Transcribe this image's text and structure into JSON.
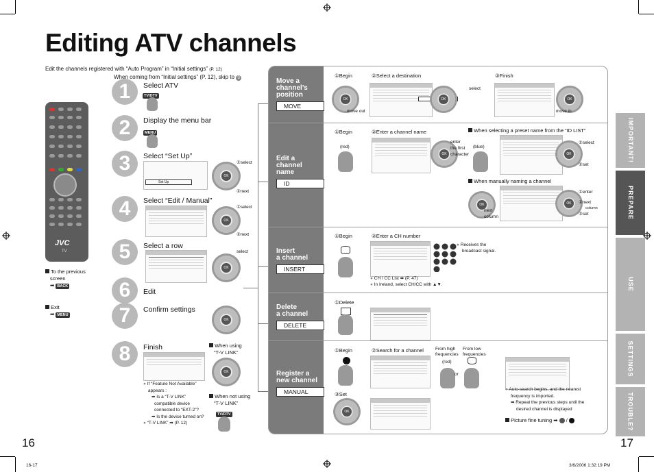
{
  "title": "Editing ATV channels",
  "intro": {
    "line1": "Edit the channels registered with “Auto Program” in “Initial settings”",
    "line1_ref": "(P. 12)",
    "line2": "When coming from “Initial settings” (P. 12), skip to",
    "line2_step": "3"
  },
  "remote": {
    "brand": "JVC",
    "sub": "TV"
  },
  "side_notes": {
    "prev": [
      "To the previous",
      "screen"
    ],
    "prev_btn": "BACK",
    "exit": "Exit",
    "exit_btn": "MENU"
  },
  "steps": [
    {
      "n": "1",
      "label": "Select ATV",
      "btn": "TV/DTV"
    },
    {
      "n": "2",
      "label": "Display the menu bar",
      "btn": "MENU"
    },
    {
      "n": "3",
      "label": "Select “Set Up”",
      "a1": "①select",
      "a2": "②next",
      "screen": "Set Up"
    },
    {
      "n": "4",
      "label": "Select “Edit / Manual”",
      "a1": "①select",
      "a2": "②next"
    },
    {
      "n": "5",
      "label": "Select a row",
      "a1": "select"
    },
    {
      "n": "6",
      "label": "Edit"
    },
    {
      "n": "7",
      "label": "Confirm settings"
    },
    {
      "n": "8",
      "label": "Finish",
      "when_using": [
        "When using",
        "“T-V LINK”"
      ],
      "when_not": [
        "When not using",
        "“T-V LINK”"
      ],
      "not_btn": "TV/DTV",
      "notes": [
        "If “Feature Not Available”",
        "appears :",
        "➡ Is a “T-V LINK”",
        "compatible device",
        "connected to “EXT-2”?",
        "➡ Is the device turned on?",
        "“T-V LINK” ➡ (P. 12)"
      ]
    }
  ],
  "sections": [
    {
      "title": [
        "Move a",
        "channel’s",
        "position"
      ],
      "box": "MOVE"
    },
    {
      "title": [
        "Edit a",
        "channel",
        "name"
      ],
      "box": "ID"
    },
    {
      "title": [
        "Insert",
        "a channel"
      ],
      "box": "INSERT"
    },
    {
      "title": [
        "Delete",
        "a channel"
      ],
      "box": "DELETE"
    },
    {
      "title": [
        "Register a",
        "new channel"
      ],
      "box": "MANUAL"
    }
  ],
  "move": {
    "begin": "①Begin",
    "dest": "②Select a destination",
    "finish": "③Finish",
    "select": "select",
    "move_out": "move out",
    "move_in": "move in"
  },
  "edit": {
    "begin": "①Begin",
    "enter": "②Enter a channel name",
    "red": "(red)",
    "blue": "(blue)",
    "enter_first": [
      "enter",
      "the first",
      "character"
    ],
    "preset": "When selecting a preset name from the “ID LIST”",
    "select": "①select",
    "set": "②set",
    "manual": "When manually naming a channel",
    "m_enter": "①enter",
    "m_next": "②next",
    "m_column": "column",
    "m_set": "③set",
    "next_col": [
      "next",
      "column"
    ]
  },
  "insert": {
    "begin": "①Begin",
    "enter": "②Enter a CH number",
    "receives": [
      "Receives the",
      "broadcast signal."
    ],
    "cc": "CH / CC List ➡ (P. 47)",
    "ireland": "In Ireland, select CH/CC with ▲▼.",
    "numpad": [
      "1",
      "2",
      "3",
      "4",
      "5",
      "6",
      "7",
      "8",
      "9",
      "0"
    ]
  },
  "delete": {
    "begin": "①Delete"
  },
  "register": {
    "begin": "①Begin",
    "search": "②Search for a channel",
    "high": [
      "From high",
      "frequencies"
    ],
    "low": [
      "From low",
      "frequencies"
    ],
    "red": "(red)",
    "or": "or",
    "set": "③Set",
    "notes": [
      "Auto-search begins, and the nearest",
      "frequency is imported.",
      "➡ Repeat the previous steps until the",
      "desired channel is displayed"
    ],
    "fine": "Picture fine tuning ➡"
  },
  "tabs": [
    "IMPORTANT!",
    "PREPARE",
    "USE",
    "SETTINGS",
    "TROUBLE?"
  ],
  "page_left": "16",
  "page_right": "17",
  "footer_left": "16-17",
  "footer_right": "3/6/2006   1:32:19 PM"
}
